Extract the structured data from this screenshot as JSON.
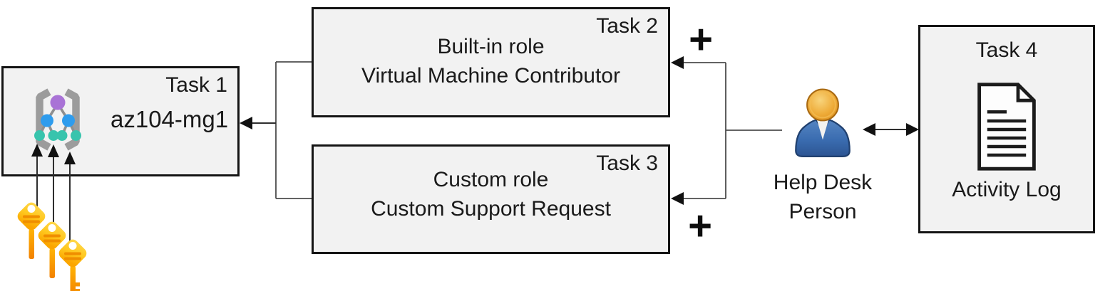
{
  "diagram": {
    "task1": {
      "label": "Task 1",
      "resource_name": "az104-mg1"
    },
    "task2": {
      "label": "Task 2",
      "line1": "Built-in role",
      "line2": "Virtual Machine Contributor"
    },
    "task3": {
      "label": "Task 3",
      "line1": "Custom role",
      "line2": "Custom Support Request"
    },
    "task4": {
      "label": "Task 4",
      "caption": "Activity Log"
    },
    "actor": {
      "line1": "Help Desk",
      "line2": "Person"
    },
    "annotations": {
      "plus_top": "+",
      "plus_bottom": "+"
    },
    "icons": {
      "task1": "management-group-icon",
      "task1_bottom": "key-icon (x3)",
      "actor": "person-icon",
      "task4": "document-icon"
    },
    "colors": {
      "box_fill": "#f2f2f2",
      "box_border": "#141414",
      "connector": "#4d4d4d",
      "arrowhead": "#111111",
      "key_yellow": "#ffd94f",
      "key_orange": "#f59300",
      "person_head_orange": "#e89b2e",
      "person_body_blue": "#3a6cb0",
      "mg_purple": "#a973d6",
      "mg_blue": "#2f9ced",
      "mg_teal": "#38c4ad",
      "mg_bracket_gray": "#9c9c9c"
    }
  }
}
